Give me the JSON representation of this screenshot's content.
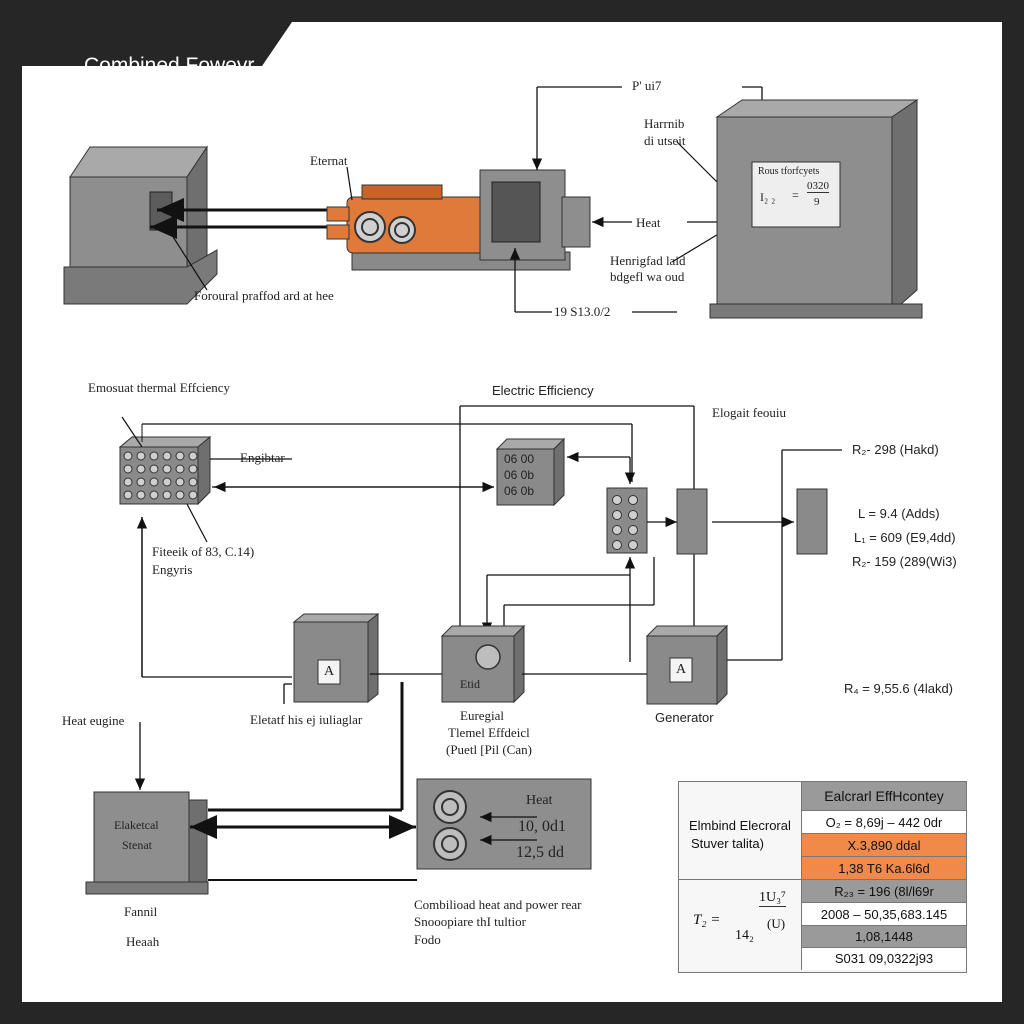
{
  "title": "Combined Fowevr",
  "colors": {
    "background": "#262626",
    "paper": "#ffffff",
    "box_gray": "#8c8c8c",
    "box_dark": "#6e6e6e",
    "engine_orange": "#e07a3a",
    "table_orange": "#f0894a",
    "line": "#111111"
  },
  "top_section": {
    "label_power": "P' ui7",
    "label_harrnib": "Harrnib",
    "label_diutseit": "di utseit",
    "label_eternal": "Eternat",
    "label_heat": "Heat",
    "label_heated_1": "Henrigfad laid",
    "label_heated_2": "bdgefl wa oud",
    "label_bottom": "19 S13.0/2",
    "label_forward": "Foroural praffod ard at hee",
    "panel": {
      "title": "Rous tforfcyets",
      "formula_left": "I₂  ₂",
      "formula_eq": "=",
      "formula_num": "0320",
      "formula_den": "9"
    }
  },
  "middle_section": {
    "label_thermal_eff": "Emosuat thermal Effciency",
    "label_electric_eff": "Electric Efficiency",
    "label_elogait": "Elogait feouiu",
    "label_engibar": "Engibtar",
    "label_fiteeik_1": "Fiteeik of 83, C.14)",
    "label_fiteeik_2": "Engyris",
    "label_eletatf": "Eletatf his ej iuliaglar",
    "label_generator": "Generator",
    "label_furnace_1": "Euregial",
    "label_furnace_2": "Tlemel Effdeicl",
    "label_furnace_3": "(Puetl [Pil (Can)",
    "box_a1": "A",
    "box_a2": "A",
    "box_etid": "Etid",
    "grid_text": [
      "06 00",
      "06 0b",
      "06 0b"
    ],
    "readings": [
      "R₂- 298 (Hakd)",
      "L  = 9.4  (Adds)",
      "L₁ = 609  (E9,4dd)",
      "R₂- 159 (289(Wi3)",
      "R₄ = 9,55.6 (4lakd)"
    ]
  },
  "bottom_section": {
    "label_heat_engine": "Heat eugine",
    "box_elaketcal_1": "Elaketcal",
    "box_elaketcal_2": "Stenat",
    "label_fannil": "Fannil",
    "label_heaah": "Heaah",
    "heat_panel": {
      "title": "Heat",
      "v1": "10, 0d1",
      "v2": "12,5 dd"
    },
    "chp_caption": [
      "Combilioad heat and power rear",
      "Snooopiare thI tultior",
      "Fodo"
    ]
  },
  "table": {
    "header": "Ealcrarl EffHcontey",
    "left_title_1": "Elmbind Elecroral",
    "left_title_2": "Stuver talita)",
    "formula_left": "T₂ =",
    "formula_num": "1U₃⁷",
    "formula_den": "14₂",
    "formula_paren": "(U)",
    "rows": [
      "O₂ = 8,69j – 442 0dr",
      "X.3,890 ddal",
      "1,38 T6  Ka.6l6d",
      "R₂₃ = 196 (8l/l69r",
      "2008 – 50,35,683.145",
      "1,08,1448",
      "S031 09,0322j93"
    ]
  }
}
